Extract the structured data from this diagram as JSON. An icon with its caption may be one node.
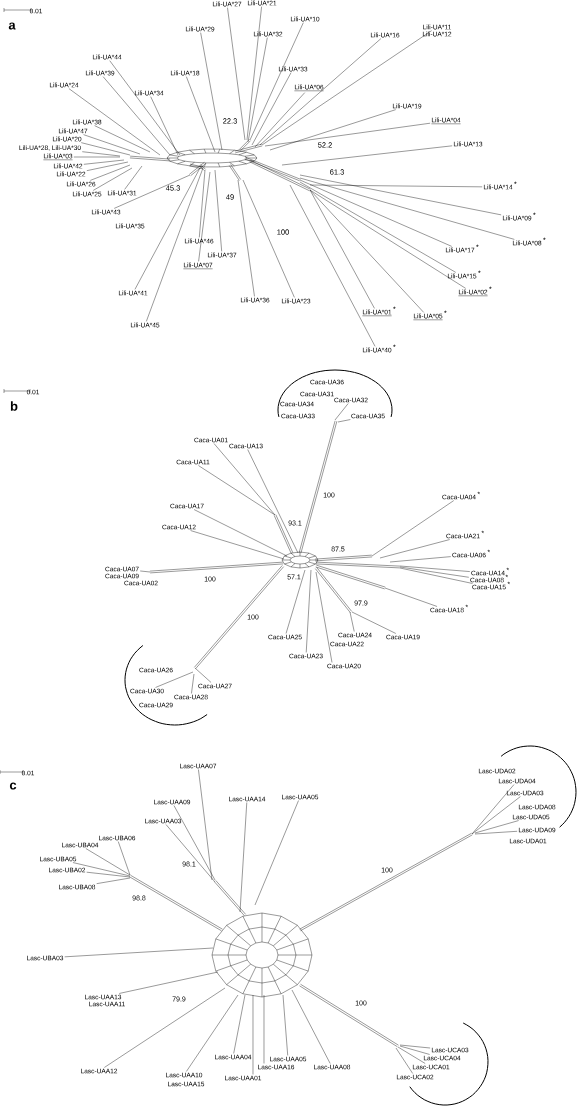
{
  "diagram": {
    "labels": [
      "0.01",
      "a",
      "Lili-UA*27",
      "Lili-UA*21",
      "Lili-UA*10",
      "Lili-UA*11",
      "Lili-UA*12",
      "Lili-UA*29",
      "Lili-UA*32",
      "Lili-UA*16",
      "Lili-UA*44",
      "Lili-UA*39",
      "Lili-UA*18",
      "Lili-UA*33",
      "Lili-UA*24",
      "Lili-UA*34",
      "Lili-UA*06",
      "Lili-UA*19",
      "Lili-UA*04",
      "22.3",
      "Lili-UA*38",
      "Lili-UA*47",
      "Lili-UA*20",
      "52.2",
      "Lili-UA*13",
      "Lili-UA*28, Lili-UA*30",
      "Lili-UA*03",
      "Lili-UA*42",
      "61.3",
      "Lili-UA*22",
      "Lili-UA*26",
      "Lili-UA*14",
      "*",
      "45.3",
      "Lili-UA*31",
      "Lili-UA*25",
      "49",
      "Lili-UA*43",
      "Lili-UA*35",
      "Lili-UA*09",
      "*",
      "100",
      "Lili-UA*46",
      "Lili-UA*08",
      "*",
      "Lili-UA*17",
      "*",
      "Lili-UA*37",
      "Lili-UA*07",
      "Lili-UA*15",
      "*",
      "Lili-UA*02",
      "*",
      "Lili-UA*41",
      "Lili-UA*36",
      "Lili-UA*23",
      "Lili-UA*01",
      "*",
      "Lili-UA*05",
      "*",
      "Lili-UA*45",
      "Lili-UA*40",
      "*",
      "0.01",
      "b",
      "Caca-UA36",
      "Caca-UA31",
      "Caca-UA32",
      "Caca-UA34",
      "Caca-UA33",
      "Caca-UA35",
      "Caca-UA01",
      "Caca-UA13",
      "Caca-UA11",
      "100",
      "Caca-UA04",
      "*",
      "Caca-UA17",
      "93.1",
      "Caca-UA12",
      "Caca-UA21",
      "*",
      "87.5",
      "Caca-UA06",
      "*",
      "Caca-UA07",
      "57.1",
      "Caca-UA14",
      "*",
      "Caca-UA09",
      "100",
      "Caca-UA08",
      "*",
      "Caca-UA02",
      "Caca-UA15",
      "*",
      "97.9",
      "Caca-UA18",
      "*",
      "100",
      "Caca-UA24",
      "Caca-UA25",
      "Caca-UA19",
      "Caca-UA22",
      "Caca-UA23",
      "Caca-UA20",
      "Caca-UA26",
      "Caca-UA27",
      "Caca-UA30",
      "Caca-UA28",
      "Caca-UA29",
      "0.01",
      "Lasc-UAA07",
      "c",
      "Lasc-UDA02",
      "Lasc-UDA04",
      "Lasc-UDA03",
      "Lasc-UAA05",
      "Lasc-UAA14",
      "Lasc-UAA09",
      "Lasc-UDA08",
      "Lasc-UDA05",
      "Lasc-UAA03",
      "Lasc-UDA09",
      "Lasc-UBA06",
      "Lasc-UDA01",
      "Lasc-UBA04",
      "Lasc-UBA05",
      "98.1",
      "Lasc-UBA02",
      "100",
      "Lasc-UBA08",
      "98.8",
      "Lasc-UBA03",
      "Lasc-UAA13",
      "79.9",
      "Lasc-UAA11",
      "100",
      "Lasc-UCA03",
      "Lasc-UAA04",
      "Lasc-UCA04",
      "Lasc-UAA05",
      "Lasc-UAA16",
      "Lasc-UCA01",
      "Lasc-UAA08",
      "Lasc-UAA12",
      "Lasc-UAA10",
      "Lasc-UCA02",
      "Lasc-UAA01",
      "Lasc-UAA15"
    ]
  }
}
